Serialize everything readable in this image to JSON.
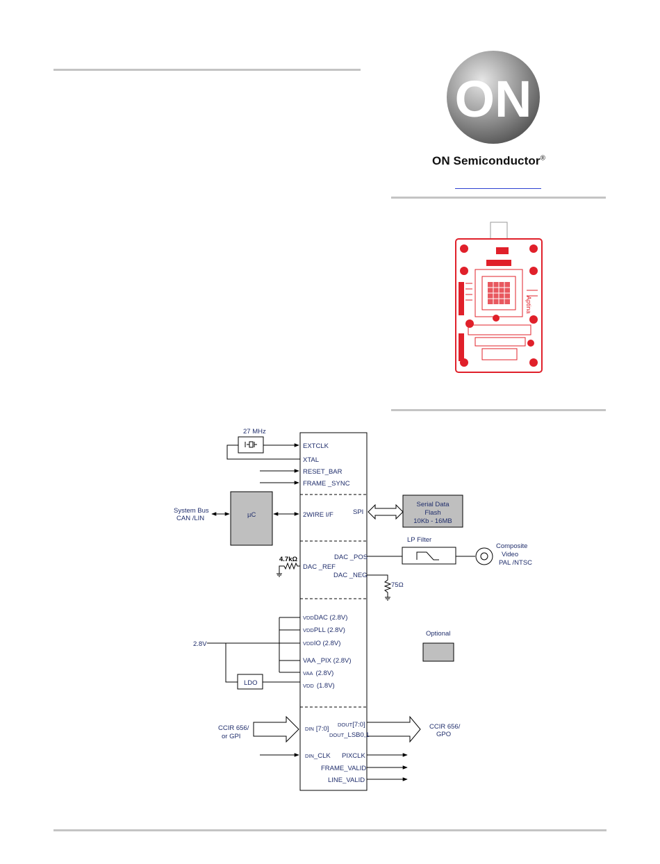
{
  "header": {
    "brand_name": "ON Semiconductor",
    "brand_mark": "®",
    "logo_text": "ON"
  },
  "board_photo": {
    "silkscreen": "Aptina"
  },
  "diagram": {
    "crystal": "27 MHz",
    "left_pins": {
      "extclk": "EXTCLK",
      "xtal": "XTAL",
      "reset_bar": "RESET_BAR",
      "frame_sync": "FRAME _SYNC",
      "two_wire": "2WIRE I/F",
      "dac_ref": "DAC _REF",
      "vdd_dac": "DAC (2.8V)",
      "vdd_pll": "PLL (2.8V)",
      "vdd_io": "IO (2.8V)",
      "vaa_pix": "VAA _PIX (2.8V)",
      "vaa": "(2.8V)",
      "vdd": "(1.8V)",
      "din": "[7:0]",
      "din_clk": "_CLK"
    },
    "pin_prefix": {
      "vdd": "VDD",
      "vaa": "VAA",
      "din": "DIN",
      "dout": "DOUT"
    },
    "right_pins": {
      "spi": "SPI",
      "dac_pos": "DAC _POS",
      "dac_neg": "DAC _NEG",
      "dout": "[7:0]",
      "dout_lsb": "_LSB0,1",
      "pixclk": "PIXCLK",
      "frame_valid": "FRAME_VALID",
      "line_valid": "LINE_VALID"
    },
    "system_bus": [
      "System Bus",
      "CAN /LIN"
    ],
    "uc": "µC",
    "resistor_ref": "4.7kΩ",
    "resistor_load": "75Ω",
    "flash": [
      "Serial Data",
      "Flash",
      "10Kb - 16MB"
    ],
    "lp_filter": "LP Filter",
    "composite": [
      "Composite",
      "Video",
      "PAL /NTSC"
    ],
    "supply": "2.8V",
    "ldo": "LDO",
    "optional": "Optional",
    "ccir_in": [
      "CCIR 656/",
      "or GPI"
    ],
    "ccir_out": [
      "CCIR 656/",
      "GPO"
    ]
  },
  "colors": {
    "rule": "#c4c4c4",
    "diagram_text": "#1f2d6b",
    "optional_fill": "#bfbfbf",
    "board_red": "#e0202a"
  }
}
